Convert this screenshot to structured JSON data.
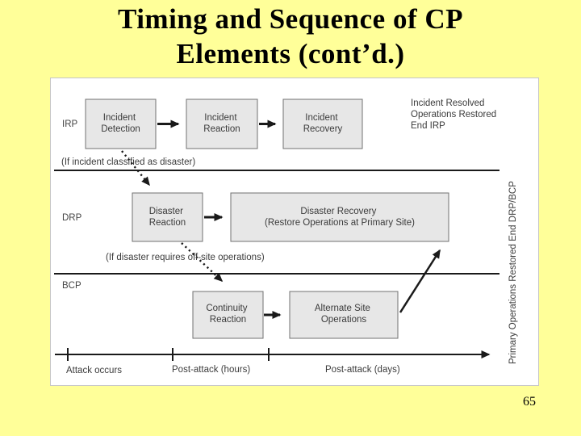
{
  "slide": {
    "title_line1": "Timing and Sequence of CP",
    "title_line2": "Elements (cont’d.)",
    "page_number": "65"
  },
  "diagram": {
    "row_labels": {
      "irp": "IRP",
      "drp": "DRP",
      "bcp": "BCP"
    },
    "boxes": {
      "incident_detection": {
        "line1": "Incident",
        "line2": "Detection"
      },
      "incident_reaction": {
        "line1": "Incident",
        "line2": "Reaction"
      },
      "incident_recovery": {
        "line1": "Incident",
        "line2": "Recovery"
      },
      "disaster_reaction": {
        "line1": "Disaster",
        "line2": "Reaction"
      },
      "disaster_recovery": {
        "line1": "Disaster Recovery",
        "line2": "(Restore Operations at Primary Site)"
      },
      "continuity_reaction": {
        "line1": "Continuity",
        "line2": "Reaction"
      },
      "alternate_site_operations": {
        "line1": "Alternate Site",
        "line2": "Operations"
      }
    },
    "annotations": {
      "irp_end_line1": "Incident Resolved",
      "irp_end_line2": "Operations Restored",
      "irp_end_line3": "End IRP",
      "incident_to_disaster": "(If incident classified as disaster)",
      "disaster_to_offsite": "(If disaster requires off-site operations)",
      "drp_bcp_end": "Primary Operations Restored End DRP/BCP"
    },
    "timeline": {
      "attack_occurs": "Attack occurs",
      "post_attack_hours": "Post-attack (hours)",
      "post_attack_days": "Post-attack (days)"
    }
  },
  "colors": {
    "slide_background": "#FFFF99",
    "panel_background": "#FFFFFF",
    "box_fill": "#E7E7E7",
    "box_border": "#707070",
    "line_color": "#1A1A1A",
    "diagram_text": "#3B3B3B"
  }
}
